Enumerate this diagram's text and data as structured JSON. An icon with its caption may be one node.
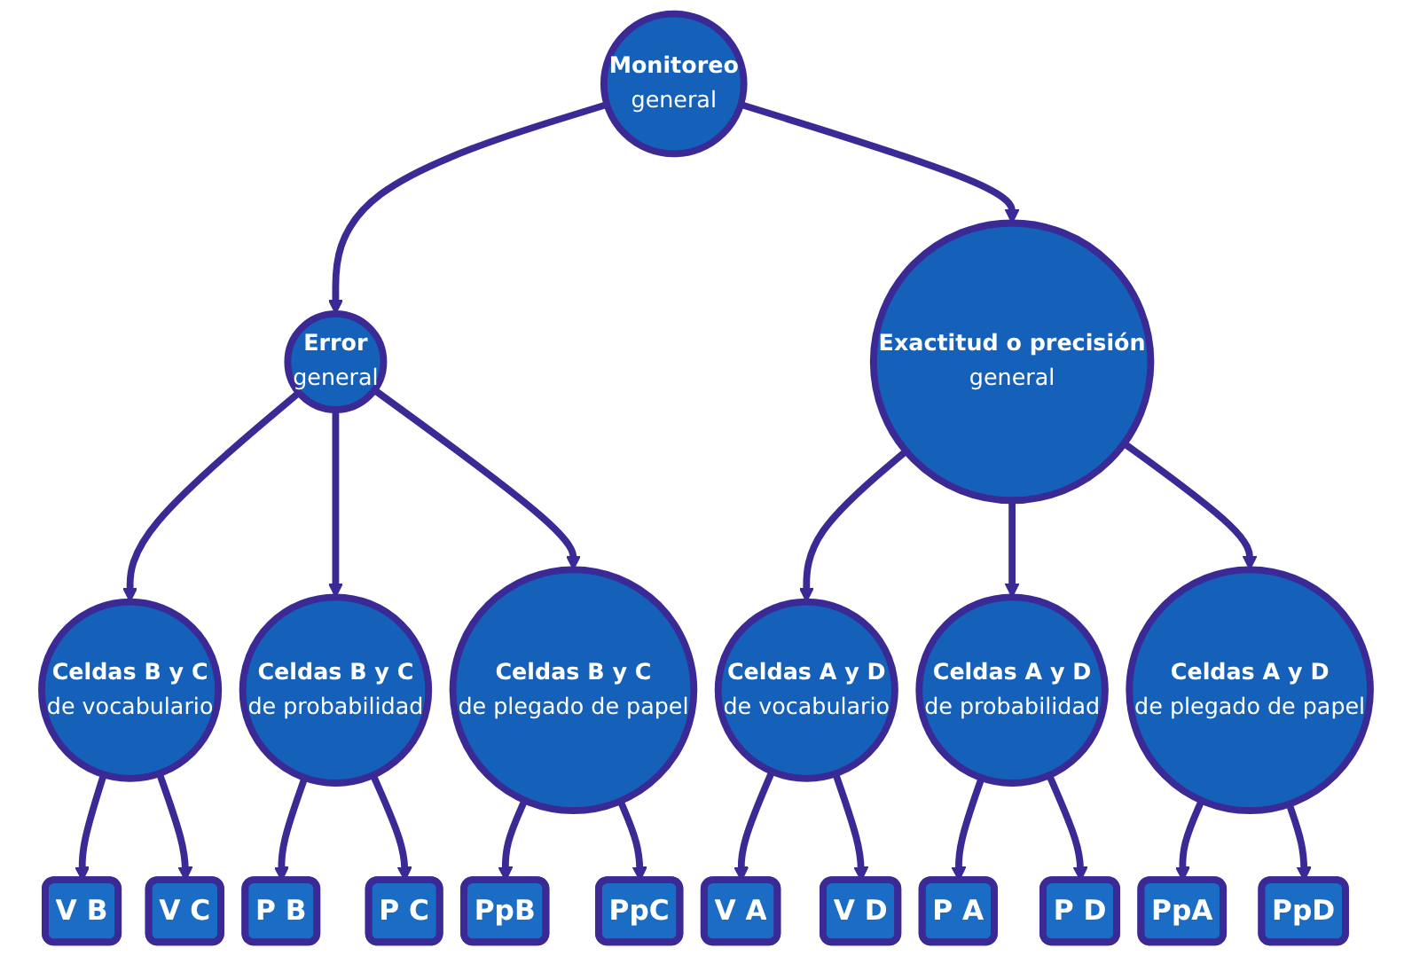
{
  "diagram": {
    "nodes": [
      {
        "text": [
          "Monitoreo",
          "general"
        ]
      },
      {
        "text": [
          "Error",
          "general"
        ]
      },
      {
        "text": [
          "Exactitud o precisión",
          "general"
        ]
      },
      {
        "text": [
          "Celdas B y C",
          "de vocabulario"
        ]
      },
      {
        "text": [
          "Celdas B y C",
          "de probabilidad"
        ]
      },
      {
        "text": [
          "Celdas B y C",
          "de plegado de papel"
        ]
      },
      {
        "text": [
          "Celdas A y D",
          "de vocabulario"
        ]
      },
      {
        "text": [
          "Celdas A y D",
          "de probabilidad"
        ]
      },
      {
        "text": [
          "Celdas A y D",
          "de plegado de papel"
        ]
      },
      {
        "text": [
          "V B"
        ]
      },
      {
        "text": [
          "V C"
        ]
      },
      {
        "text": [
          "P B"
        ]
      },
      {
        "text": [
          "P C"
        ]
      },
      {
        "text": [
          "PpB"
        ]
      },
      {
        "text": [
          "PpC"
        ]
      },
      {
        "text": [
          "V A"
        ]
      },
      {
        "text": [
          "V D"
        ]
      },
      {
        "text": [
          "P A"
        ]
      },
      {
        "text": [
          "P D"
        ]
      },
      {
        "text": [
          "PpA"
        ]
      },
      {
        "text": [
          "PpD"
        ]
      }
    ],
    "edges": [
      {
        "from": 0,
        "to": 1,
        "arrow": "to"
      },
      {
        "from": 0,
        "to": 2,
        "arrow": "to"
      },
      {
        "from": 1,
        "to": 3,
        "arrow": "to"
      },
      {
        "from": 1,
        "to": 4,
        "arrow": "to"
      },
      {
        "from": 1,
        "to": 5,
        "arrow": "to"
      },
      {
        "from": 2,
        "to": 6,
        "arrow": "to"
      },
      {
        "from": 2,
        "to": 7,
        "arrow": "to"
      },
      {
        "from": 2,
        "to": 8,
        "arrow": "to"
      },
      {
        "from": 3,
        "to": 9,
        "arrow": "to"
      },
      {
        "from": 3,
        "to": 10,
        "arrow": "to"
      },
      {
        "from": 4,
        "to": 11,
        "arrow": "to"
      },
      {
        "from": 4,
        "to": 12,
        "arrow": "to"
      },
      {
        "from": 5,
        "to": 13,
        "arrow": "to"
      },
      {
        "from": 5,
        "to": 14,
        "arrow": "to"
      },
      {
        "from": 6,
        "to": 15,
        "arrow": "to"
      },
      {
        "from": 6,
        "to": 16,
        "arrow": "to"
      },
      {
        "from": 7,
        "to": 17,
        "arrow": "to"
      },
      {
        "from": 7,
        "to": 18,
        "arrow": "to"
      },
      {
        "from": 8,
        "to": 19,
        "arrow": "to"
      },
      {
        "from": 8,
        "to": 20,
        "arrow": "to"
      }
    ]
  }
}
